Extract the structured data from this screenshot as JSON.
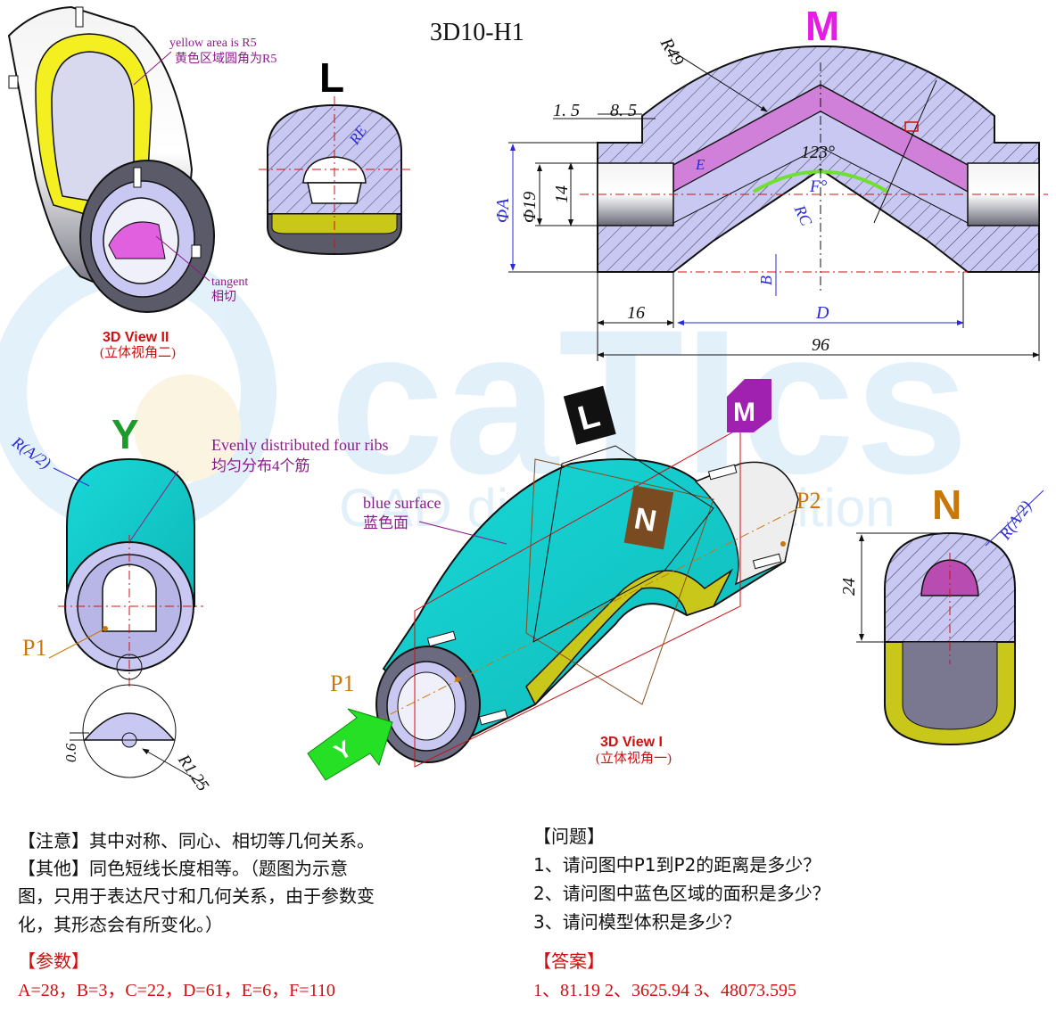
{
  "title": "3D10-H1",
  "watermark": {
    "brand": "caTIcs",
    "subtitle": "CAD digital competition"
  },
  "section_letters": {
    "L": "L",
    "M": "M",
    "N": "N",
    "Y": "Y"
  },
  "section_letter_colors": {
    "L": "#000000",
    "M": "#e81ae8",
    "N": "#c8780a",
    "Y": "#1a9b2a"
  },
  "views": {
    "view2_label": "3D View II",
    "view2_sub": "(立体视角二)",
    "view1_label": "3D View I",
    "view1_sub": "(立体视角一)"
  },
  "annotations": {
    "yellow_en": "yellow area is R5",
    "yellow_cn": "黄色区域圆角为R5",
    "tangent_en": "tangent",
    "tangent_cn": "相切",
    "ribs_en": "Evenly distributed four ribs",
    "ribs_cn": "均匀分布4个筋",
    "blue_en": "blue surface",
    "blue_cn": "蓝色面",
    "p1": "P1",
    "p2": "P2"
  },
  "dims": {
    "r49": "R49",
    "d1_5": "1. 5",
    "d8_5": "8. 5",
    "angle123": "123°",
    "e": "E",
    "f": "F°",
    "rc": "RC",
    "phiA": "ΦA",
    "phi19": "Φ19",
    "d14": "14",
    "b": "B",
    "d16": "16",
    "dD": "D",
    "d96": "96",
    "re": "RE",
    "ra2": "R(A/2)",
    "d24": "24",
    "d0_6": "0.6",
    "r1_25": "R1.25"
  },
  "notes": {
    "line1": "【注意】其中对称、同心、相切等几何关系。",
    "line2": "【其他】同色短线长度相等。（题图为示意",
    "line3": "图，只用于表达尺寸和几何关系，由于参数变",
    "line4": "化，其形态会有所变化。）",
    "params_title": "【参数】",
    "params": "A=28，B=3，C=22，D=61，E=6，F=110"
  },
  "questions": {
    "title": "【问题】",
    "q1": "1、请问图中P1到P2的距离是多少？",
    "q2": "2、请问图中蓝色区域的面积是多少？",
    "q3": "3、请问模型体积是多少？",
    "answers_title": "【答案】",
    "answers": "1、81.19  2、3625.94   3、48073.595"
  }
}
